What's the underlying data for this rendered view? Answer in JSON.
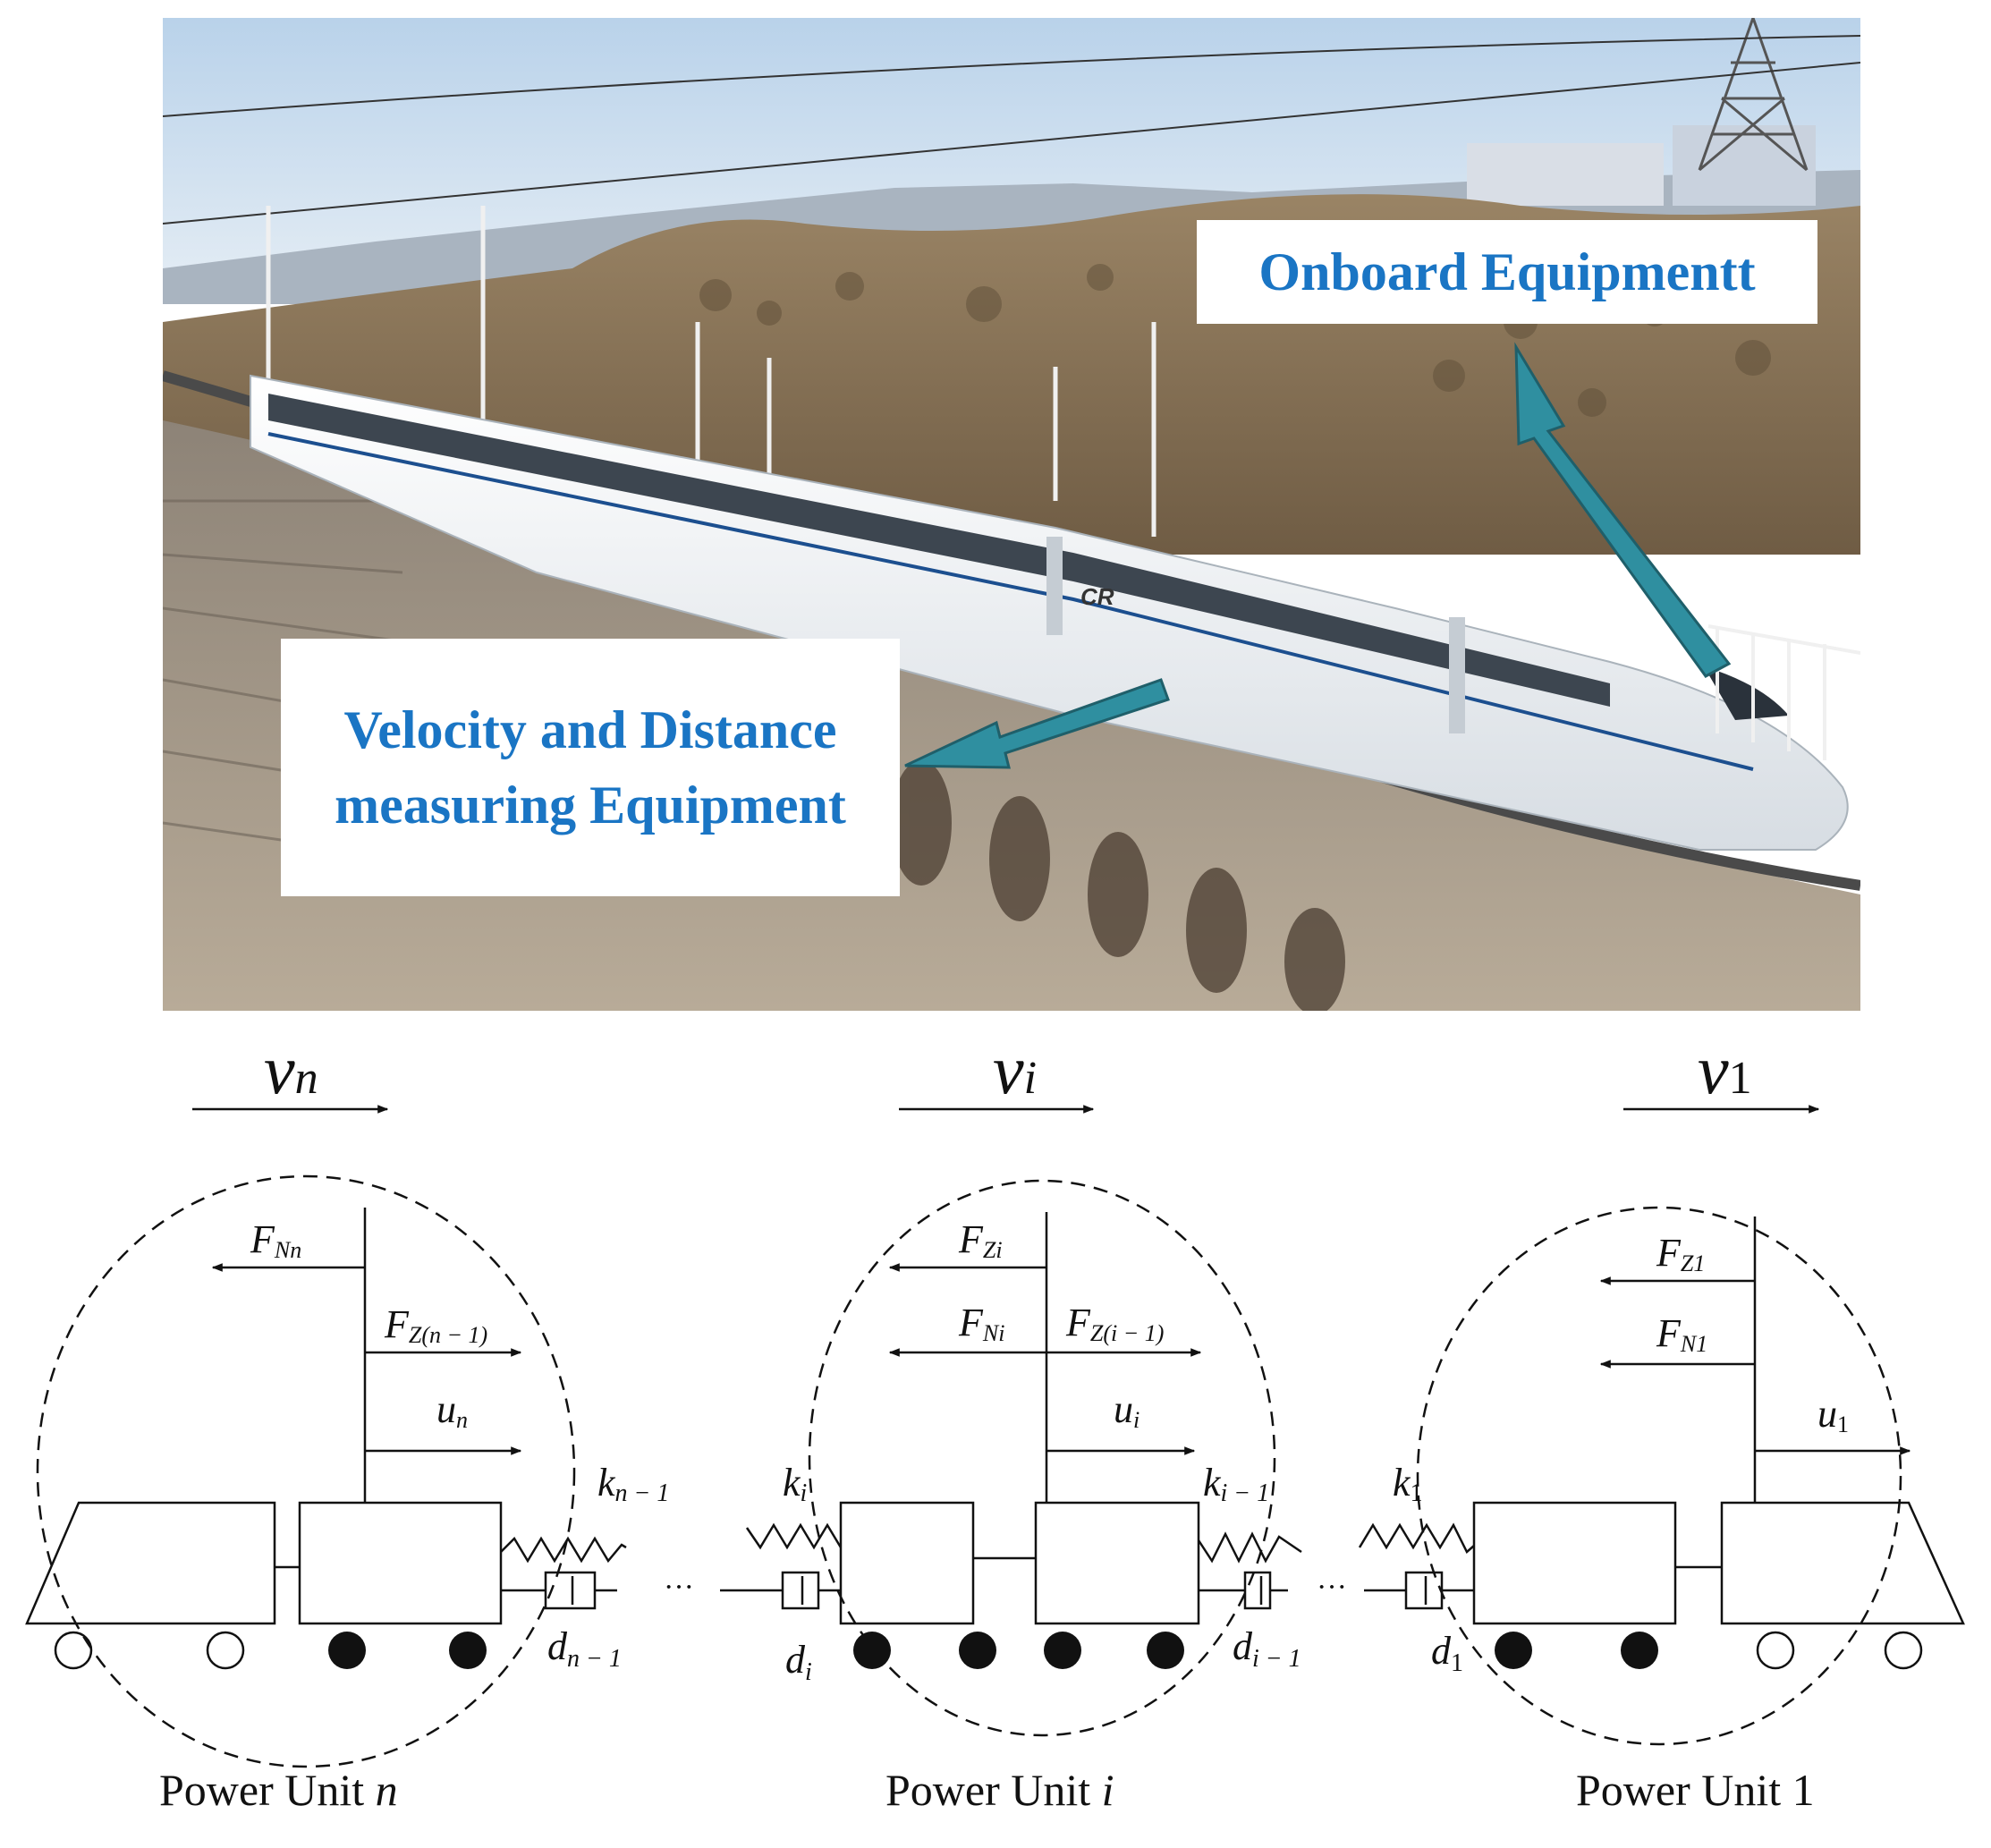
{
  "photo": {
    "callouts": {
      "onboard": "Onboard Equipmentt",
      "velocity_line1": "Velocity and Distance",
      "velocity_line2": "measuring Equipment"
    },
    "train_logo": "CR",
    "colors": {
      "callout_text": "#1a75c4",
      "arrow_fill": "#2f8fa0",
      "sky": "#cfe0ef",
      "hill": "#8a7558",
      "train": "#f4f6f8"
    }
  },
  "diagram": {
    "units": [
      {
        "id": "n",
        "label_prefix": "Power Unit ",
        "label_var": "n",
        "velocity": {
          "base": "v",
          "sub": "n"
        },
        "forces": [
          {
            "base": "F",
            "sub": "Nn",
            "dir": "left"
          },
          {
            "base": "F",
            "sub": "Z(n − 1)",
            "dir": "right"
          },
          {
            "base": "u",
            "sub": "n",
            "dir": "right"
          }
        ]
      },
      {
        "id": "i",
        "label_prefix": "Power Unit ",
        "label_var": "i",
        "velocity": {
          "base": "v",
          "sub": "i"
        },
        "forces": [
          {
            "base": "F",
            "sub": "Zi",
            "dir": "left"
          },
          {
            "base": "F",
            "sub": "Ni",
            "dir": "left"
          },
          {
            "base": "F",
            "sub": "Z(i − 1)",
            "dir": "right"
          },
          {
            "base": "u",
            "sub": "i",
            "dir": "right"
          }
        ]
      },
      {
        "id": "1",
        "label_prefix": "Power Unit ",
        "label_var": "1",
        "velocity": {
          "base": "v",
          "sub": "1"
        },
        "forces": [
          {
            "base": "F",
            "sub": "Z1",
            "dir": "left"
          },
          {
            "base": "F",
            "sub": "N1",
            "dir": "left"
          },
          {
            "base": "u",
            "sub": "1",
            "dir": "right"
          }
        ]
      }
    ],
    "couplers": [
      {
        "spring": {
          "base": "k",
          "sub": "n − 1"
        },
        "damper": {
          "base": "d",
          "sub": "n − 1"
        }
      },
      {
        "spring": {
          "base": "k",
          "sub": "i"
        },
        "damper": {
          "base": "d",
          "sub": "i"
        }
      },
      {
        "spring": {
          "base": "k",
          "sub": "i − 1"
        },
        "damper": {
          "base": "d",
          "sub": "i − 1"
        }
      },
      {
        "spring": {
          "base": "k",
          "sub": "1"
        },
        "damper": {
          "base": "d",
          "sub": "1"
        }
      }
    ],
    "ellipsis": "···"
  }
}
